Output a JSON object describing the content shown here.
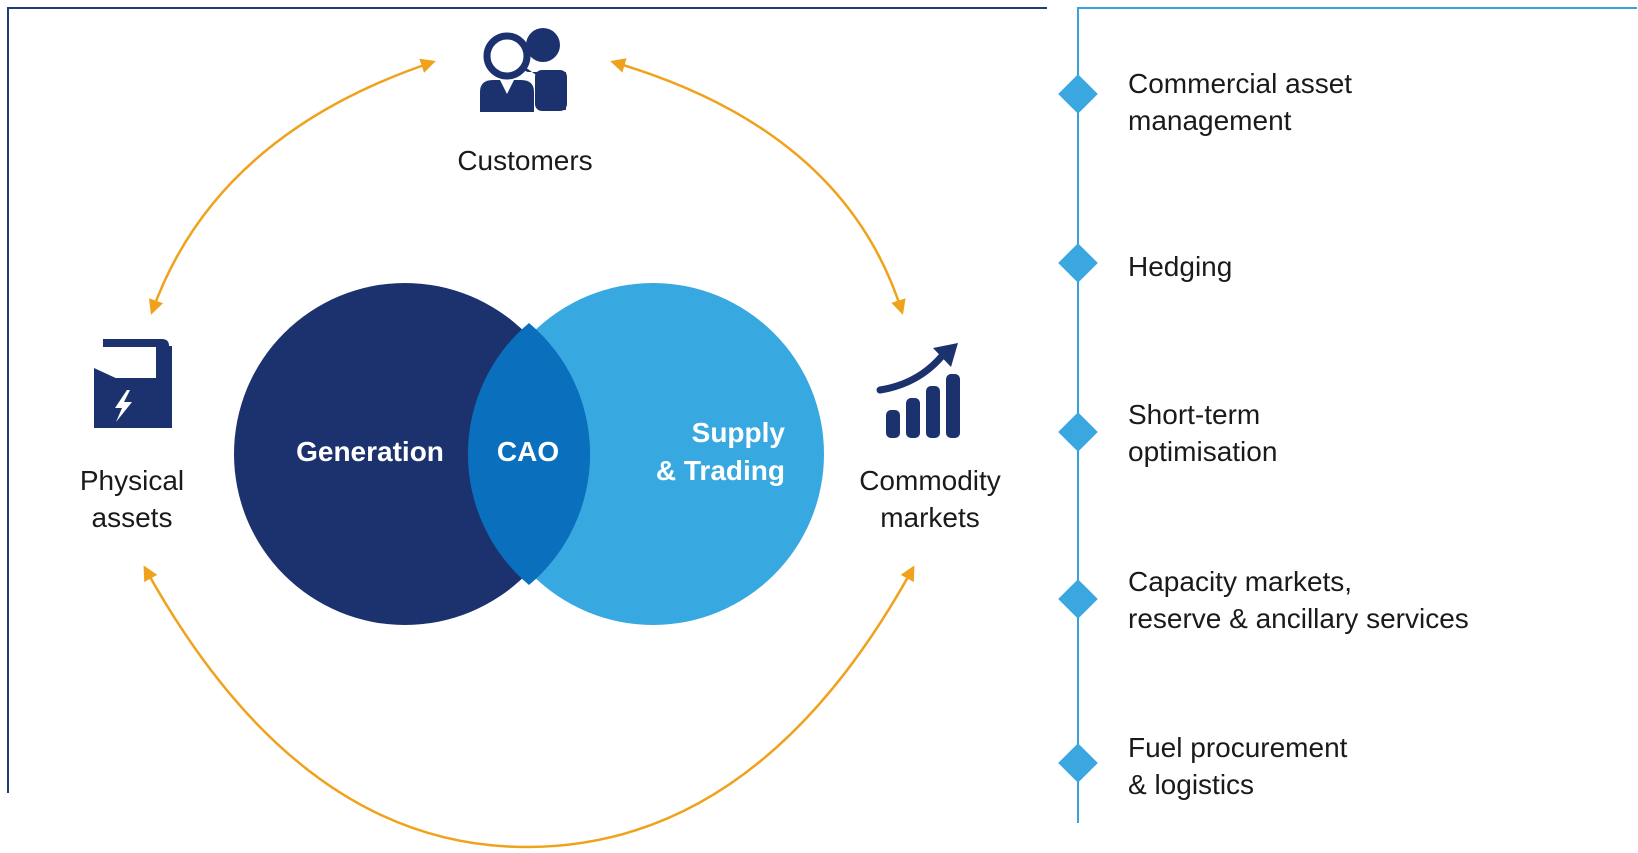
{
  "nodes": {
    "customers": "Customers",
    "physical_assets": "Physical\nassets",
    "commodity_markets": "Commodity\nmarkets"
  },
  "circles": {
    "generation": "Generation",
    "cao": "CAO",
    "supply_trading": "Supply\n& Trading"
  },
  "services": [
    "Commercial asset\nmanagement",
    "Hedging",
    "Short-term\noptimisation",
    "Capacity markets,\nreserve & ancillary services",
    "Fuel procurement\n& logistics"
  ],
  "colors": {
    "generation": "#1c326e",
    "supply_trading": "#38a8e0",
    "cao": "#0a6fbd",
    "arrows": "#f0a21c",
    "icons": "#1c326e"
  },
  "icons": [
    "customers-icon",
    "factory-icon",
    "growth-chart-icon"
  ]
}
